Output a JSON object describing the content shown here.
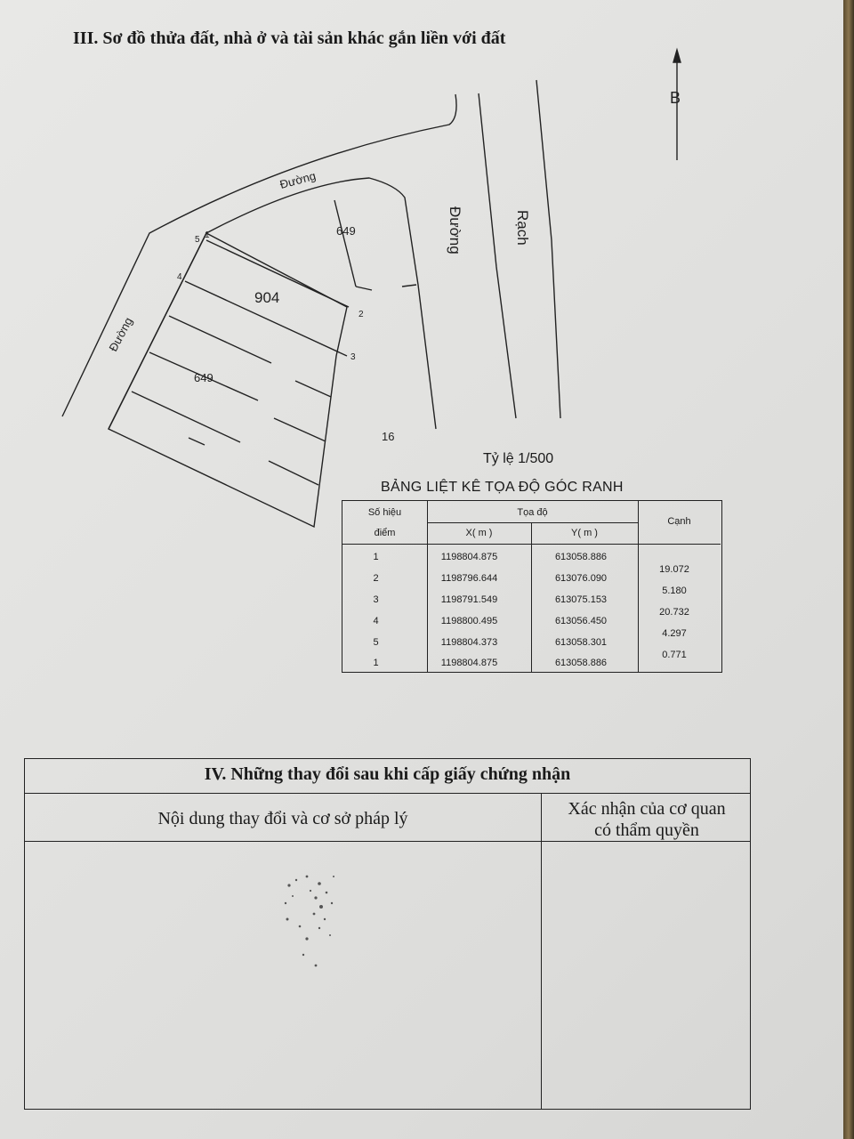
{
  "section3": {
    "title": "III. Sơ đồ thửa đất, nhà ở và tài sản khác gắn liền với đất"
  },
  "map": {
    "north_label": "B",
    "road_top": "Đường",
    "road_right": "Đường",
    "road_left": "Đường",
    "canal": "Rạch",
    "parcel_main": "904",
    "parcel_top": "649",
    "parcel_bottom": "649",
    "parcel_right": "16",
    "points": [
      "1",
      "2",
      "3",
      "4",
      "5"
    ],
    "scale": "Tỷ lệ 1/500"
  },
  "coord_table": {
    "title": "BẢNG LIỆT KÊ TỌA ĐỘ GÓC RANH",
    "header": {
      "point_line1": "Số hiệu",
      "point_line2": "điểm",
      "coord": "Tọa độ",
      "x": "X( m )",
      "y": "Y( m )",
      "edge": "Cạnh"
    },
    "rows": [
      {
        "point": "1",
        "x": "1198804.875",
        "y": "613058.886"
      },
      {
        "point": "2",
        "x": "1198796.644",
        "y": "613076.090"
      },
      {
        "point": "3",
        "x": "1198791.549",
        "y": "613075.153"
      },
      {
        "point": "4",
        "x": "1198800.495",
        "y": "613056.450"
      },
      {
        "point": "5",
        "x": "1198804.373",
        "y": "613058.301"
      },
      {
        "point": "1",
        "x": "1198804.875",
        "y": "613058.886"
      }
    ],
    "edges": [
      "19.072",
      "5.180",
      "20.732",
      "4.297",
      "0.771"
    ]
  },
  "section4": {
    "title": "IV. Những thay đổi sau khi cấp giấy chứng nhận",
    "col1_header": "Nội dung thay đổi và cơ sở pháp lý",
    "col2_header_line1": "Xác nhận của cơ quan",
    "col2_header_line2": "có thẩm quyền"
  }
}
